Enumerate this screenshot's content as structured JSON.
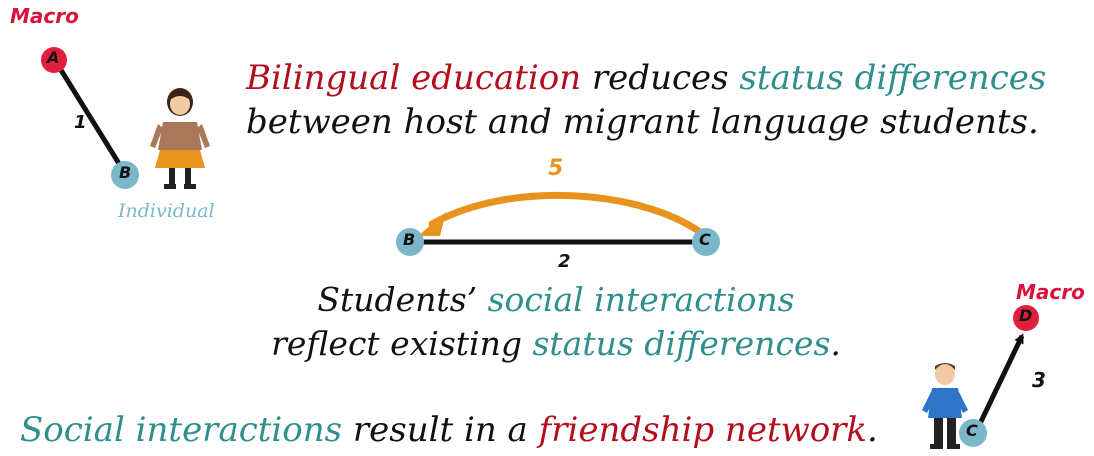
{
  "labels": {
    "macro_top": "Macro",
    "macro_right": "Macro",
    "individual": "Individual"
  },
  "nodes": {
    "a": "A",
    "b_left": "B",
    "b_mid": "B",
    "c_mid": "C",
    "c_right": "C",
    "d": "D"
  },
  "edges": {
    "e1": "1",
    "e2": "2",
    "e3": "3",
    "e5": "5"
  },
  "statements": {
    "s1": {
      "t1": "Bilingual education",
      "t2": " reduces ",
      "t3": "status differences",
      "t4": "between host and migrant language students."
    },
    "s2": {
      "t1": "Students’ ",
      "t2": "social interactions",
      "t3": "reflect existing ",
      "t4": "status differences",
      "t5": "."
    },
    "s3": {
      "t1": "Social interactions",
      "t2": " result in a ",
      "t3": "friendship network",
      "t4": "."
    }
  },
  "colors": {
    "macro_node": "#e01f3d",
    "individual_node": "#7ab8c9",
    "edge": "#111111",
    "feedback_arrow": "#e8931d",
    "highlight_red": "#b30d1e",
    "highlight_teal": "#2f8f8d"
  }
}
